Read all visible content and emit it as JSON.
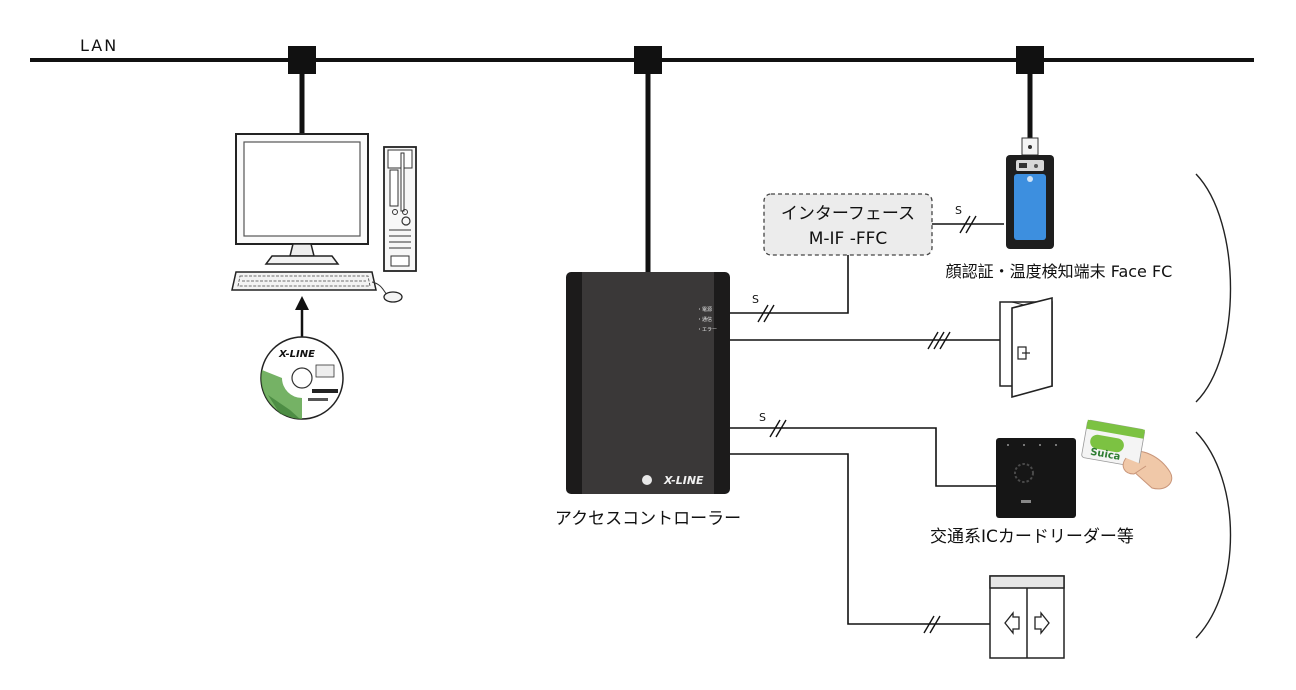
{
  "diagram": {
    "lan_label": "LAN",
    "interface_box": {
      "line1": "インターフェース",
      "line2": "M-IF -FFC"
    },
    "controller_label": "アクセスコントローラー",
    "face_terminal_label": "顔認証・温度検知端末 Face FC",
    "card_reader_label": "交通系ICカードリーダー等",
    "signal_mark": "S",
    "controller_brand": "X-LINE",
    "controller_leds": [
      "・電源",
      "・通信",
      "・エラー"
    ],
    "cd_title": "X-LINE",
    "card_text": "Suica",
    "colors": {
      "line": "#111111",
      "controller_body": "#3a3838",
      "controller_side": "#1c1b1b",
      "face_screen": "#3d8fdf",
      "card_green": "#7cc242",
      "cd_green": "#5da44a"
    }
  }
}
